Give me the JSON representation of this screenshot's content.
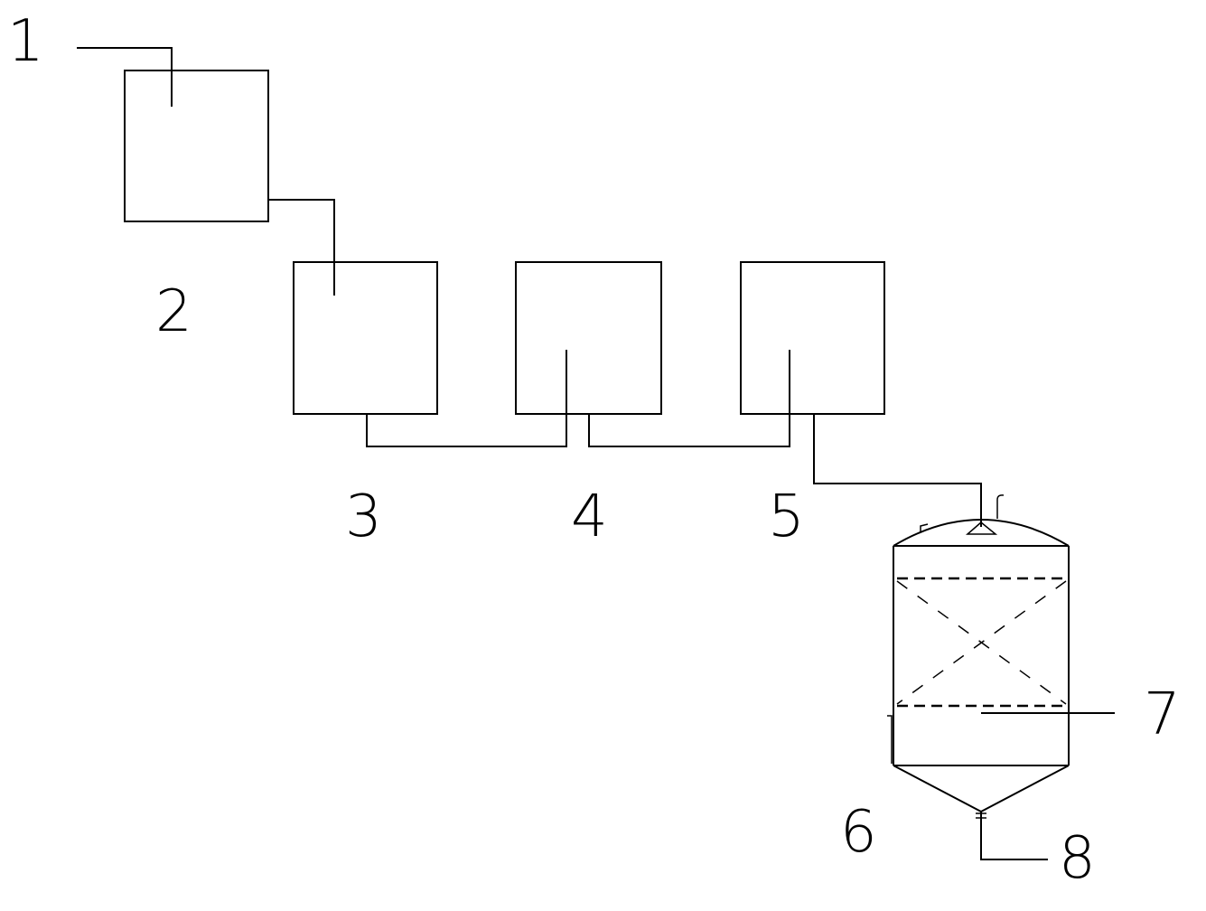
{
  "labels": {
    "l1": "1",
    "l2": "2",
    "l3": "3",
    "l4": "4",
    "l5": "5",
    "l6": "6",
    "l7": "7",
    "l8": "8"
  },
  "colors": {
    "stroke": "#000000",
    "background": "#ffffff"
  }
}
